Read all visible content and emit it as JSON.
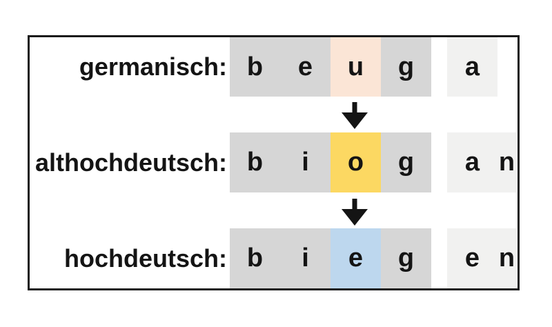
{
  "colors": {
    "frame-border": "#1a1a1a",
    "text": "#141414",
    "cell-gray": "#d6d6d6",
    "cell-lightgray": "#f1f1f0",
    "highlight-peach": "#fbe5d6",
    "highlight-gold": "#fcd862",
    "highlight-blue": "#bdd7ee"
  },
  "rows": [
    {
      "label": "germanisch:",
      "letters": [
        {
          "char": "b"
        },
        {
          "char": "e"
        },
        {
          "char": "u",
          "highlight": "peach"
        },
        {
          "char": "g"
        }
      ],
      "ending": [
        {
          "char": "a"
        }
      ]
    },
    {
      "label": "althochdeutsch:",
      "letters": [
        {
          "char": "b"
        },
        {
          "char": "i"
        },
        {
          "char": "o",
          "highlight": "gold"
        },
        {
          "char": "g"
        }
      ],
      "ending": [
        {
          "char": "a"
        },
        {
          "char": "n"
        }
      ]
    },
    {
      "label": "hochdeutsch:",
      "letters": [
        {
          "char": "b"
        },
        {
          "char": "i"
        },
        {
          "char": "e",
          "highlight": "blue"
        },
        {
          "char": "g"
        }
      ],
      "ending": [
        {
          "char": "e"
        },
        {
          "char": "n"
        }
      ]
    }
  ],
  "arrows": [
    {
      "direction": "down"
    },
    {
      "direction": "down"
    }
  ]
}
